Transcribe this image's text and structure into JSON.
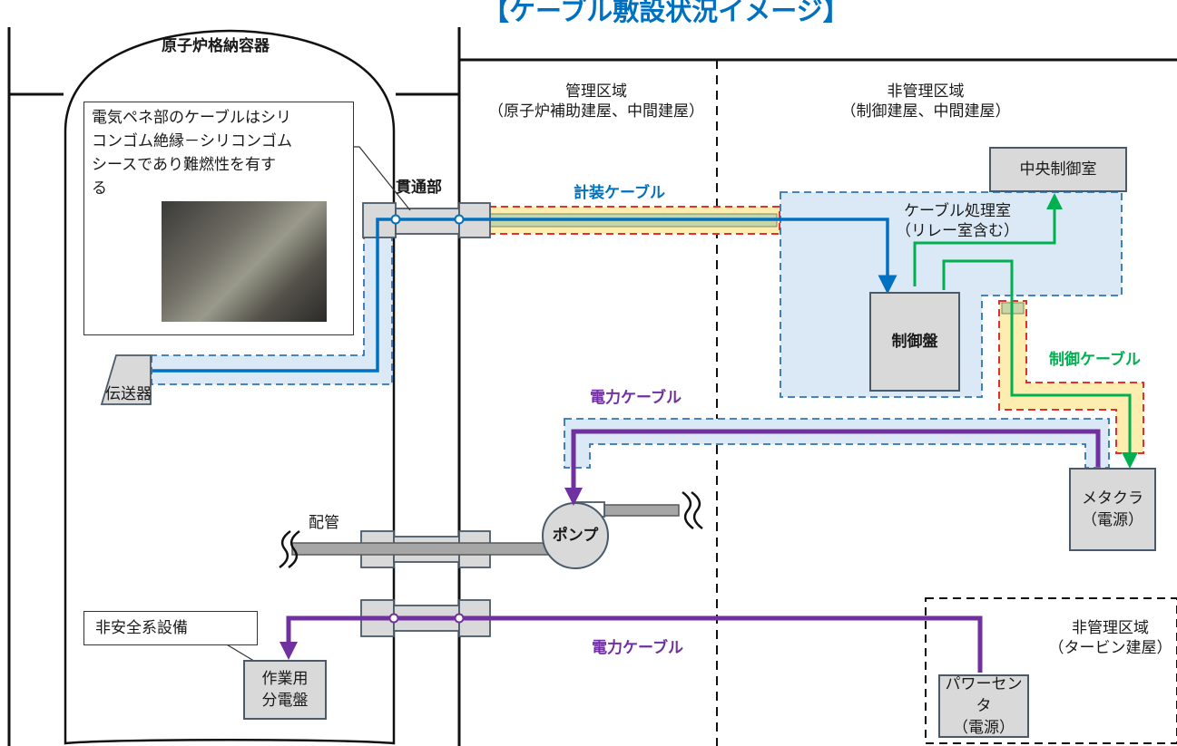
{
  "title": "【ケーブル敷設状況イメージ】",
  "containment_label": "原子炉格納容器",
  "callout_pen": "電気ペネ部のケーブルはシリコンゴム絶縁－シリコンゴムシース であり難燃性を有する",
  "callout_pen_lines": [
    "電気ペネ部のケーブルはシリ",
    "コンゴム絶縁－シリコンゴム",
    "シースであり難燃性を有す",
    "る"
  ],
  "penetration_label": "貫通部",
  "transmitter_label": "伝送器",
  "piping_label": "配管",
  "non_safety_label": "非安全系設備",
  "work_panel_lines": [
    "作業用",
    "分電盤"
  ],
  "zone_controlled_lines": [
    "管理区域",
    "（原子炉補助建屋、中間建屋）"
  ],
  "zone_uncontrolled_lines": [
    "非管理区域",
    "（制御建屋、中間建屋）"
  ],
  "zone_turbine_lines": [
    "非管理区域",
    "（タービン建屋）"
  ],
  "instrument_cable_label": "計装ケーブル",
  "control_cable_label": "制御ケーブル",
  "power_cable_label_1": "電力ケーブル",
  "power_cable_label_2": "電力ケーブル",
  "central_control_room": "中央制御室",
  "cable_room_lines": [
    "ケーブル処理室",
    "（リレー室含む）"
  ],
  "control_panel": "制御盤",
  "pump_label": "ポンプ",
  "metaclad_lines": [
    "メタクラ",
    "（電源）"
  ],
  "power_center_lines": [
    "パワーセンタ",
    "（電源）"
  ],
  "colors": {
    "instrument": "#0070c0",
    "control": "#00b050",
    "power": "#7030a0",
    "fire_zone_fill": "#fdeeb0",
    "fire_zone_border": "#e03030",
    "tray_fill": "#dbe9f6",
    "tray_border": "#2e75b6"
  }
}
